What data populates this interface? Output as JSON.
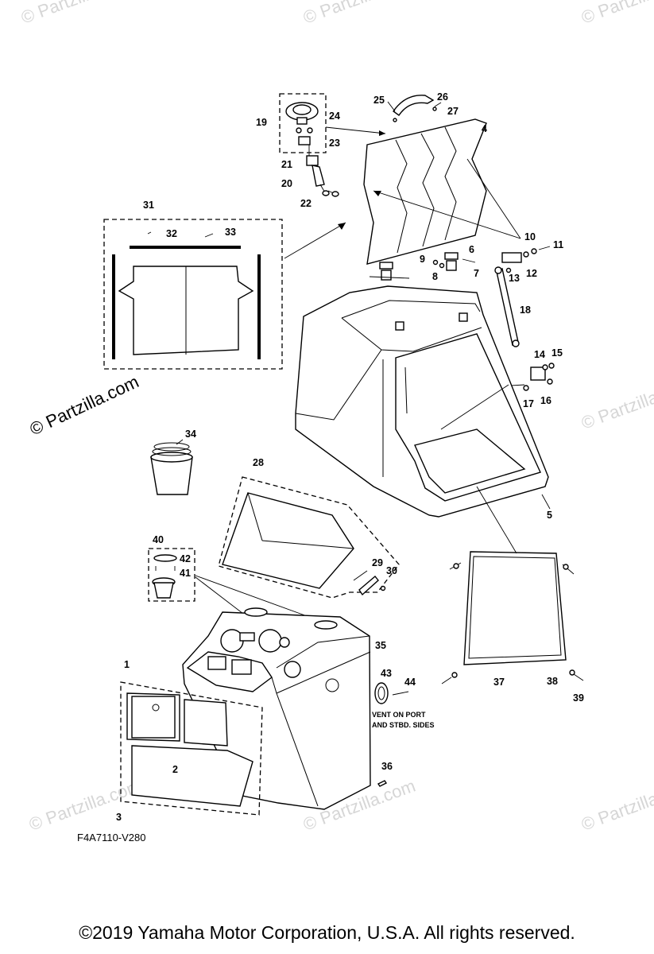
{
  "watermarks": {
    "small": "© Partzilla.com",
    "main": "© Partzilla.com"
  },
  "callouts": {
    "c1": "1",
    "c2": "2",
    "c3": "3",
    "c4": "4",
    "c5": "5",
    "c6": "6",
    "c7": "7",
    "c8": "8",
    "c9": "9",
    "c10": "10",
    "c11": "11",
    "c12": "12",
    "c13": "13",
    "c14": "14",
    "c15": "15",
    "c16": "16",
    "c17": "17",
    "c18": "18",
    "c19": "19",
    "c20": "20",
    "c21": "21",
    "c22": "22",
    "c23": "23",
    "c24": "24",
    "c25": "25",
    "c26": "26",
    "c27": "27",
    "c28": "28",
    "c29": "29",
    "c30": "30",
    "c31": "31",
    "c32": "32",
    "c33": "33",
    "c34": "34",
    "c35": "35",
    "c36": "36",
    "c37": "37",
    "c38": "38",
    "c39": "39",
    "c40": "40",
    "c41": "41",
    "c42": "42",
    "c43": "43",
    "c44": "44"
  },
  "vent_note": {
    "line1": "VENT ON PORT",
    "line2": "AND STBD. SIDES"
  },
  "diagram_code": "F4A7110-V280",
  "copyright": "©2019  Yamaha Motor Corporation, U.S.A. All rights reserved."
}
